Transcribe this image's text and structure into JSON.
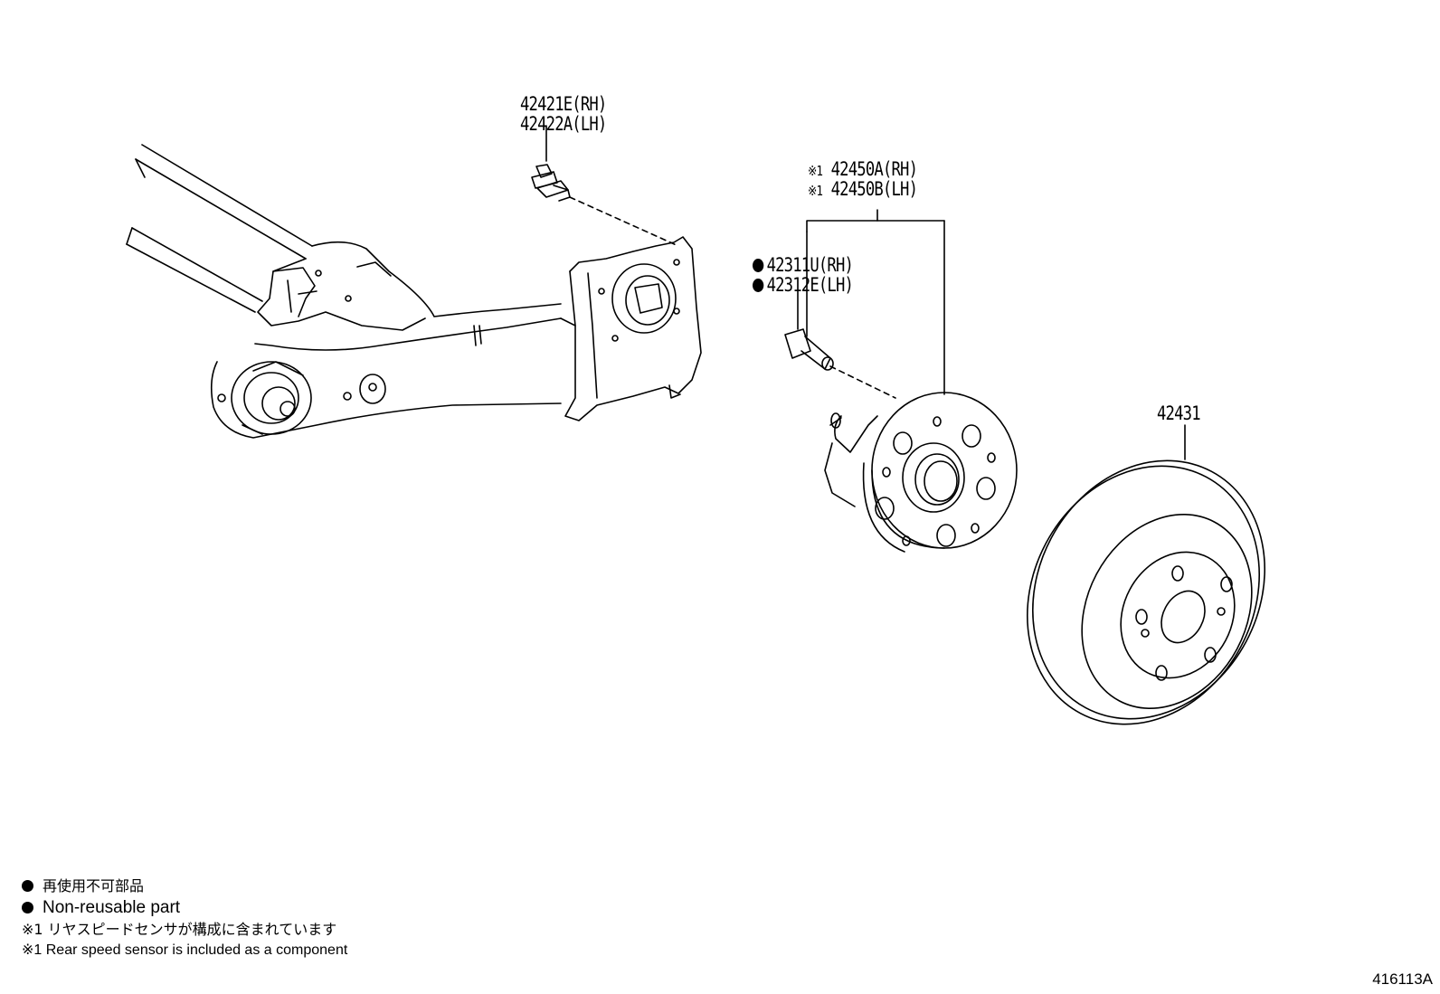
{
  "callouts": {
    "bolt_rh": "42421E(RH)",
    "bolt_lh": "42422A(LH)",
    "hub_rh_mark": "※1",
    "hub_rh": "42450A(RH)",
    "hub_lh_mark": "※1",
    "hub_lh": "42450B(LH)",
    "stud_rh": "42311U(RH)",
    "stud_lh": "42312E(LH)",
    "disc": "42431"
  },
  "legend": {
    "non_reusable_jp": "再使用不可部品",
    "non_reusable_en": "Non-reusable part",
    "note1_jp": "※1 リヤスピードセンサが構成に含まれています",
    "note1_en": "※1 Rear speed sensor is included as a component"
  },
  "diagram_id": "416113A",
  "colors": {
    "line": "#000000",
    "background": "#ffffff"
  }
}
